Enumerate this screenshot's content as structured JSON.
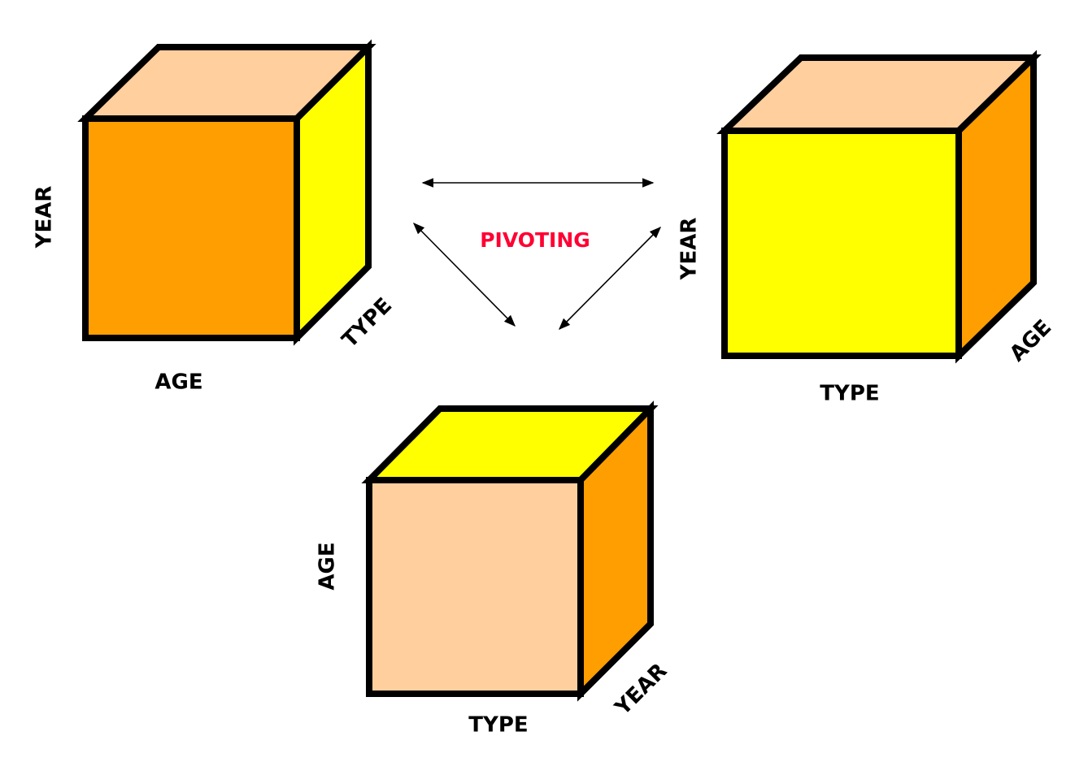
{
  "colors": {
    "orange": "#FF9E00",
    "yellow": "#FFFF00",
    "peach": "#FFCF9E",
    "outline": "#000000",
    "title": "#FF0033"
  },
  "title": "PIVOTING",
  "cubes": [
    {
      "name": "left",
      "front_color": "orange",
      "side_color": "yellow",
      "top_color": "peach",
      "vertical_label": "YEAR",
      "bottom_label": "AGE",
      "depth_label": "TYPE"
    },
    {
      "name": "right",
      "front_color": "yellow",
      "side_color": "orange",
      "top_color": "peach",
      "vertical_label": "YEAR",
      "bottom_label": "TYPE",
      "depth_label": "AGE"
    },
    {
      "name": "bottom",
      "front_color": "peach",
      "side_color": "orange",
      "top_color": "yellow",
      "vertical_label": "AGE",
      "bottom_label": "TYPE",
      "depth_label": "YEAR"
    }
  ]
}
